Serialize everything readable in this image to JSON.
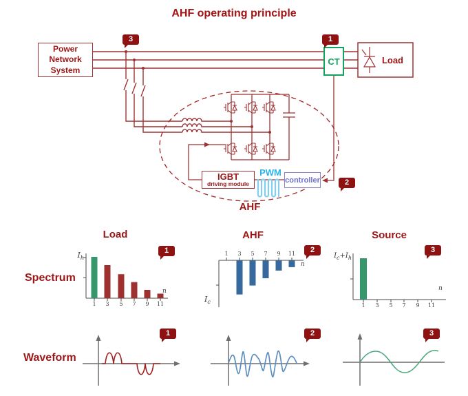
{
  "title": "AHF operating principle",
  "colors": {
    "maroon_text": "#9b1717",
    "wire": "#9e3232",
    "badge_bg": "#8e1212",
    "ct_green": "#12a35e",
    "bar_green": "#35976b",
    "bar_red": "#9e3030",
    "bar_blue": "#37699c",
    "wave_red": "#9e2222",
    "wave_blue": "#5c8fbe",
    "wave_green": "#4aa87c",
    "pwm_cyan": "#2cb3e8",
    "controller_purple": "#7070cf",
    "axis_gray": "#6e6e6e"
  },
  "circuit": {
    "power_box_lines": [
      "Power",
      "Network",
      "System"
    ],
    "ct_label": "CT",
    "load_label": "Load",
    "igbt_module_line1": "IGBT",
    "igbt_module_line2": "driving module",
    "pwm_label": "PWM",
    "controller_label": "controller",
    "ahf_label": "AHF",
    "badge_source_tap": "3",
    "badge_ct": "1",
    "badge_controller": "2"
  },
  "sections": {
    "spectrum_label": "Spectrum",
    "waveform_label": "Waveform"
  },
  "chart_data": [
    {
      "id": "load-spectrum",
      "type": "bar",
      "title": "Load",
      "badge": "1",
      "categories": [
        "1",
        "3",
        "5",
        "7",
        "9",
        "11"
      ],
      "values": [
        1.0,
        0.8,
        0.58,
        0.39,
        0.2,
        0.11
      ],
      "bar_colors": [
        "#35976b",
        "#9e3030",
        "#9e3030",
        "#9e3030",
        "#9e3030",
        "#9e3030"
      ],
      "ylabel": {
        "base": "I",
        "sub": "h"
      },
      "xlabel": "n",
      "ylim": [
        0,
        1
      ],
      "note": "fundamental (green) plus decreasing odd harmonics (red)"
    },
    {
      "id": "ahf-spectrum",
      "type": "bar",
      "title": "AHF",
      "badge": "2",
      "categories": [
        "1",
        "3",
        "5",
        "7",
        "9",
        "11"
      ],
      "values": [
        0,
        -0.8,
        -0.59,
        -0.42,
        -0.24,
        -0.16
      ],
      "bar_colors": [
        "#37699c",
        "#37699c",
        "#37699c",
        "#37699c",
        "#37699c",
        "#37699c"
      ],
      "ylabel": {
        "base": "I",
        "sub": "c"
      },
      "xlabel": "n",
      "ylim": [
        -1,
        0
      ],
      "note": "injected compensating harmonics (inverted, blue)"
    },
    {
      "id": "source-spectrum",
      "type": "bar",
      "title": "Source",
      "badge": "3",
      "categories": [
        "1",
        "3",
        "5",
        "7",
        "9",
        "11"
      ],
      "values": [
        1.0,
        0,
        0,
        0,
        0,
        0
      ],
      "bar_colors": [
        "#35976b",
        "#35976b",
        "#35976b",
        "#35976b",
        "#35976b",
        "#35976b"
      ],
      "ylabel": {
        "base": "I",
        "sub": "c",
        "base2": "+I",
        "sub2": "h"
      },
      "xlabel": "n",
      "ylim": [
        0,
        1
      ],
      "note": "clean fundamental only"
    },
    {
      "id": "load-waveform",
      "type": "line",
      "badge": "1",
      "color": "#9e2222",
      "description": "distorted non-linear load current: paired positive pulses then paired negative pulses"
    },
    {
      "id": "ahf-waveform",
      "type": "line",
      "badge": "2",
      "color": "#5c8fbe",
      "description": "multi-frequency compensating current injected by the AHF"
    },
    {
      "id": "source-waveform",
      "type": "line",
      "badge": "3",
      "color": "#4aa87c",
      "description": "clean sinusoidal source current after compensation"
    }
  ]
}
